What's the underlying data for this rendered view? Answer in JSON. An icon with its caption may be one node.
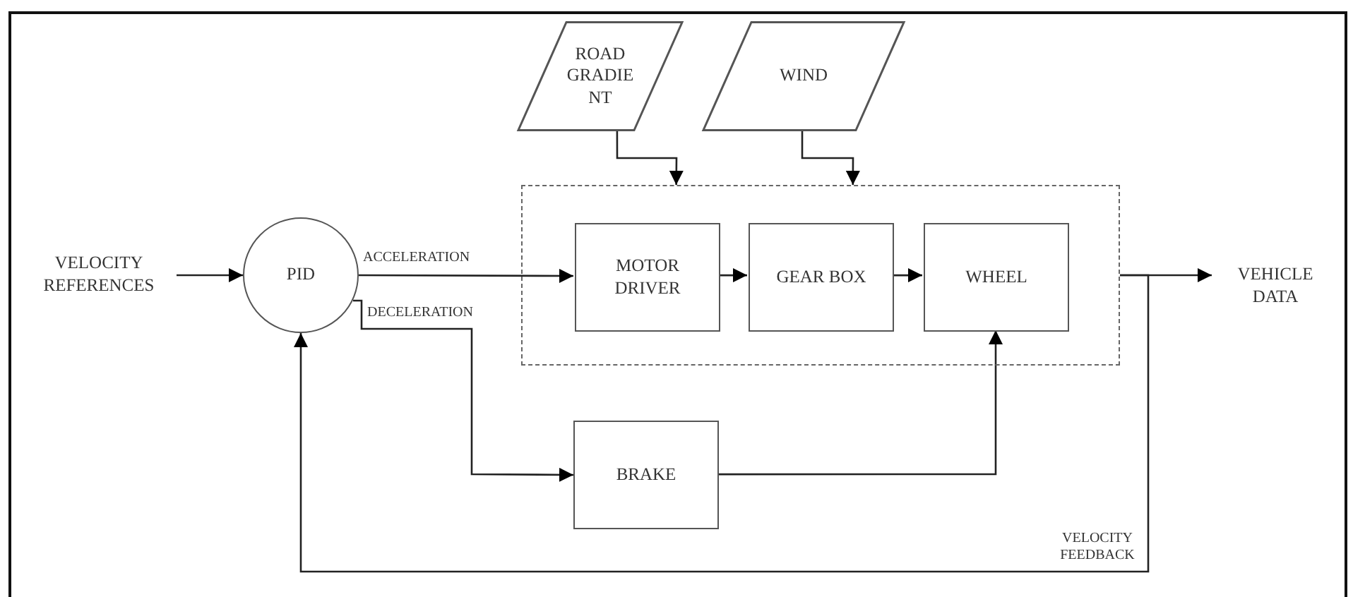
{
  "diagram": {
    "nodes": [
      {
        "text": [
          "VELOCITY REFERENCES"
        ]
      },
      {
        "text": [
          "PID"
        ]
      },
      {
        "text": [
          "ROAD GRADIE NT"
        ]
      },
      {
        "text": [
          "WIND"
        ]
      },
      {
        "text": [],
        "shape": "box"
      },
      {
        "text": [
          "MOTOR DRIVER"
        ],
        "in": 4
      },
      {
        "text": [
          "GEAR BOX"
        ],
        "in": 4
      },
      {
        "text": [
          "WHEEL"
        ],
        "in": 4
      },
      {
        "text": [
          "BRAKE"
        ]
      },
      {
        "text": [
          "VEHICLE DATA"
        ]
      }
    ],
    "edges": [
      {
        "from": 0,
        "to": 1,
        "arrow": "to"
      },
      {
        "from": 1,
        "to": 5,
        "arrow": "to",
        "label": "ACCELERATION"
      },
      {
        "from": 1,
        "to": 8,
        "arrow": "to",
        "label": "DECELERATION"
      },
      {
        "from": 2,
        "to": 4,
        "arrow": "to"
      },
      {
        "from": 3,
        "to": 4,
        "arrow": "to"
      },
      {
        "from": 5,
        "to": 6,
        "arrow": "to"
      },
      {
        "from": 6,
        "to": 7,
        "arrow": "to"
      },
      {
        "from": 8,
        "to": 7,
        "arrow": "to"
      },
      {
        "from": 4,
        "to": 9,
        "arrow": "to"
      },
      {
        "from": 4,
        "to": 1,
        "arrow": "to",
        "label": "VELOCITY FEEDBACK"
      }
    ]
  }
}
